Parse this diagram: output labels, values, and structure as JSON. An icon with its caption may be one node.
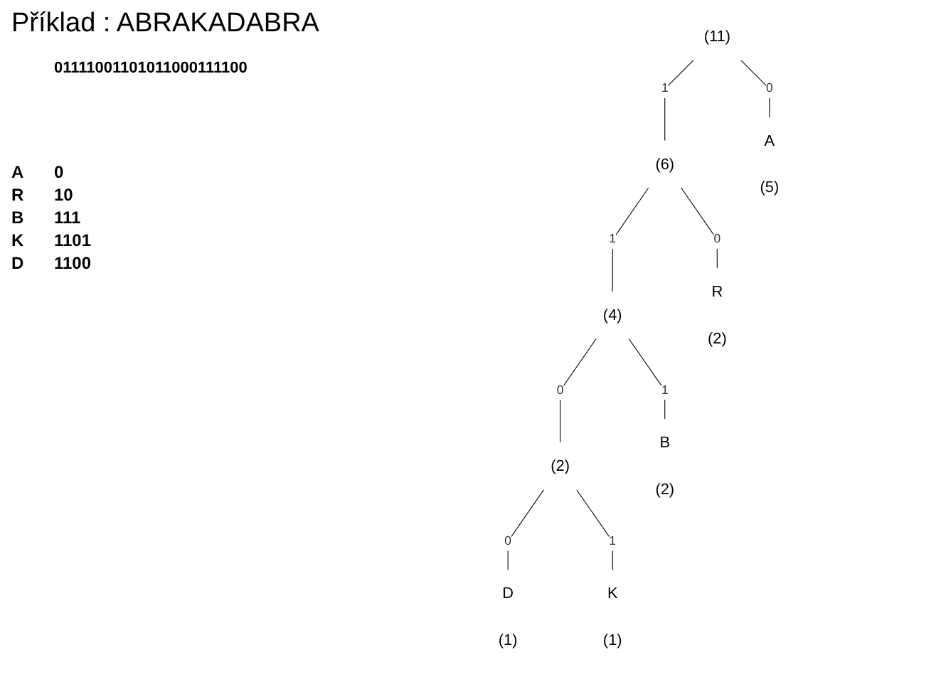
{
  "diagram": {
    "title": "Příklad : ABRAKADABRA",
    "nodes": [
      {
        "text": [
          "(11)"
        ]
      },
      {
        "text": [
          "(6)"
        ]
      },
      {
        "text": [
          "(4)"
        ]
      },
      {
        "text": [
          "(2)"
        ]
      },
      {
        "text": [
          "D",
          "(1)"
        ]
      },
      {
        "text": [
          "K",
          "(1)"
        ]
      },
      {
        "text": [
          "B",
          "(2)"
        ]
      },
      {
        "text": [
          "R",
          "(2)"
        ]
      },
      {
        "text": [
          "A",
          "(5)"
        ]
      }
    ],
    "edges": [
      {
        "from": 0,
        "to": 1,
        "arrow": "none",
        "label": "1"
      },
      {
        "from": 0,
        "to": 8,
        "arrow": "none",
        "label": "0"
      },
      {
        "from": 1,
        "to": 2,
        "arrow": "none",
        "label": "1"
      },
      {
        "from": 1,
        "to": 7,
        "arrow": "none",
        "label": "0"
      },
      {
        "from": 2,
        "to": 3,
        "arrow": "none",
        "label": "0"
      },
      {
        "from": 2,
        "to": 6,
        "arrow": "none",
        "label": "1"
      },
      {
        "from": 3,
        "to": 4,
        "arrow": "none",
        "label": "0"
      },
      {
        "from": 3,
        "to": 5,
        "arrow": "none",
        "label": "1"
      }
    ],
    "labels": [
      "01111001101011000111100",
      "A",
      "0",
      "R",
      "10",
      "B",
      "111",
      "K",
      "1101",
      "D",
      "1100"
    ]
  }
}
